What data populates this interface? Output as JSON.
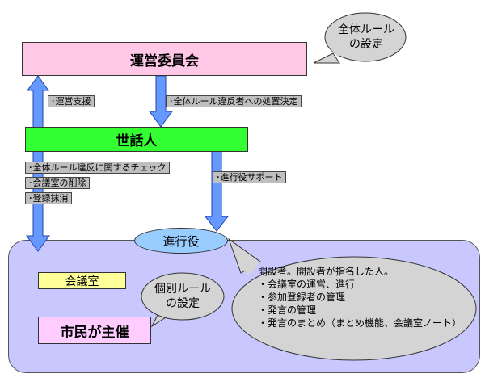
{
  "colors": {
    "committee_fill": "#ffc8e6",
    "caretaker_fill": "#33ff33",
    "citizen_area": "#c8c8ff",
    "arrow_fill": "#6699ff",
    "callout_fill": "#d4d4d4",
    "label_fill": "#bfbfbf",
    "meeting_room_fill": "#ffff99",
    "citizen_box_fill": "#ffccff",
    "facilitator_fill": "#99ccff"
  },
  "nodes": {
    "committee": "運営委員会",
    "caretaker": "世話人",
    "facilitator": "進行役",
    "meeting_room": "会議室",
    "citizen_led": "市民が主催"
  },
  "callouts": {
    "global_rules": [
      "全体ルール",
      "の設定"
    ],
    "individual_rules": [
      "個別ルール",
      "の設定"
    ]
  },
  "arrow_labels": {
    "support": "･運営支援",
    "violation_action": "･全体ルール違反者への処置決定",
    "caretaker_tasks": [
      "･全体ルール違反に関するチェック",
      "･会議室の削除",
      "･登録抹消"
    ],
    "facilitator_support": "･進行役サポート"
  },
  "facilitator_description": {
    "intro": "開設者。開設者が指名した人。",
    "items": [
      "・会議室の運営、進行",
      "・参加登録者の管理",
      "・発言の管理",
      "・発言のまとめ（まとめ機能、会議室ノート）"
    ]
  }
}
